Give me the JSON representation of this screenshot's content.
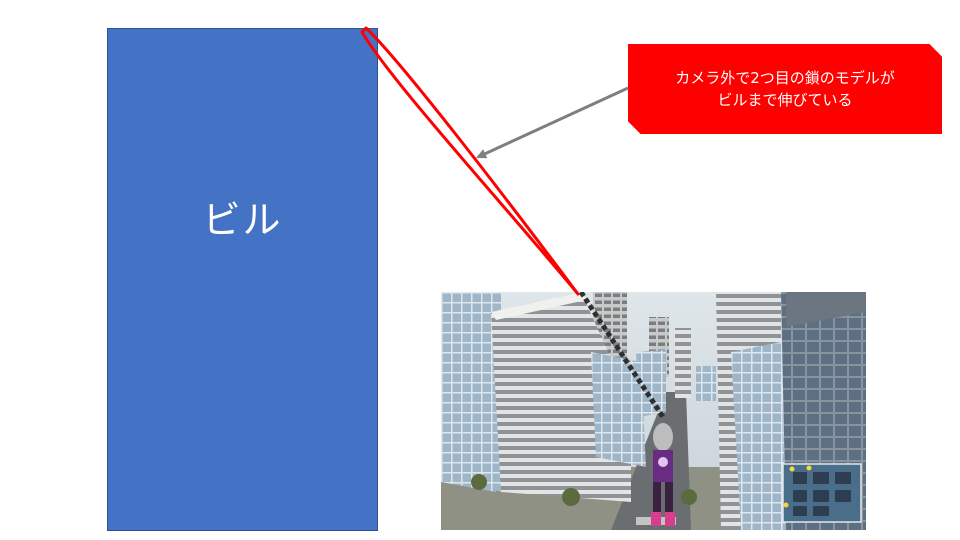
{
  "building": {
    "label": "ビル",
    "color": "#4472c4"
  },
  "callout": {
    "line1": "カメラ外で2つ目の鎖のモデルが",
    "line2": "ビルまで伸びている",
    "color": "#ff0000"
  },
  "chain_highlight_color": "#ff0000",
  "screenshot": {
    "description_icons": [
      "chain-icon",
      "character-icon",
      "minimap-icon"
    ]
  }
}
